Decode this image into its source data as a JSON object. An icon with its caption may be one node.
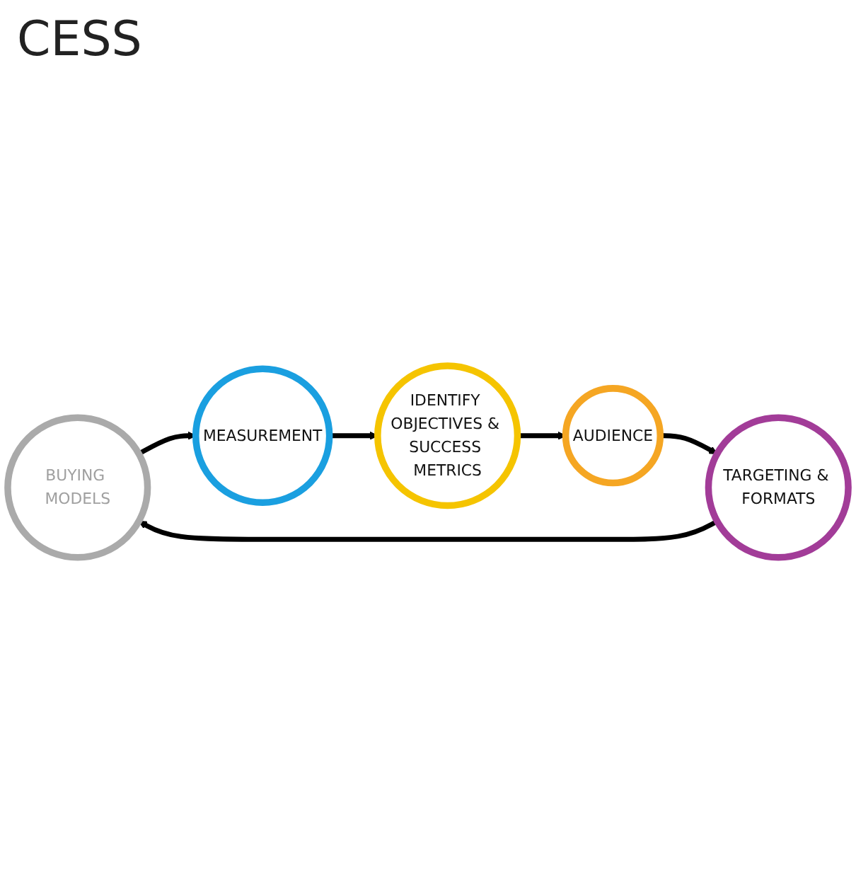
{
  "diagram": {
    "title": "CESS",
    "nodes": [
      {
        "text": [
          "BUYING MODELS"
        ]
      },
      {
        "text": [
          "MEASUREMENT"
        ]
      },
      {
        "text": [
          "IDENTIFY OBJECTIVES & SUCCESS METRICS"
        ]
      },
      {
        "text": [
          "AUDIENCE"
        ]
      },
      {
        "text": [
          "TARGETING & FORMATS"
        ]
      }
    ],
    "edges": [
      {
        "from": 0,
        "to": 1,
        "arrow": "to"
      },
      {
        "from": 1,
        "to": 2,
        "arrow": "to"
      },
      {
        "from": 2,
        "to": 3,
        "arrow": "to"
      },
      {
        "from": 3,
        "to": 4,
        "arrow": "to"
      },
      {
        "from": 4,
        "to": 0,
        "arrow": "to"
      }
    ]
  }
}
